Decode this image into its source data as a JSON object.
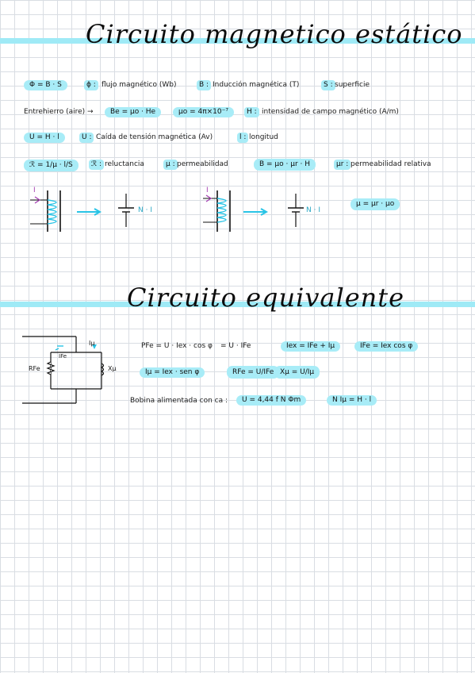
{
  "section1": {
    "title": "Circuito magnetico estático",
    "row1": {
      "flux_eq": "Φ = B · S",
      "flux_sym": "ϕ :",
      "flux_def": "flujo magnético (Wb)",
      "b_sym": "B :",
      "b_def": "Inducción magnética (T)",
      "s_sym": "S :",
      "s_def": "superficie"
    },
    "row2": {
      "prefix": "Entrehierro (aire) →",
      "be_eq": "Be = μo · He",
      "mu0_eq": "μo = 4π×10⁻⁷",
      "h_sym": "H :",
      "h_def": "intensidad de campo magnético (A/m)"
    },
    "row3": {
      "u_eq": "U = H · l",
      "u_sym": "U :",
      "u_def": "Caída de tensión magnética (Av)",
      "l_sym": "l :",
      "l_def": "longitud"
    },
    "row4": {
      "r_eq": "ℛ = 1/μ · l/S",
      "r_sym": "ℛ :",
      "r_def": "reluctancia",
      "mu_sym": "μ :",
      "mu_def": "permeabilidad",
      "b_eq": "B = μo · μr · H",
      "mur_sym": "μr :",
      "mur_def": "permeabilidad relativa"
    },
    "diagram": {
      "current_label": "I",
      "source_label": "N · I",
      "mu_eq": "μ = μr · μo"
    }
  },
  "section2": {
    "title": "Circuito equivalente",
    "circuit": {
      "i_mu": "Iμ",
      "i_fe": "IFe",
      "r_fe": "RFe",
      "x_mu": "Xμ"
    },
    "eq1": {
      "pfe_text": "PFe = U · Iex · cos φ",
      "pfe_tail": "= U · IFe",
      "iex": "Iex = IFe + Iμ",
      "ife": "IFe = Iex cos φ"
    },
    "eq2": {
      "imu": "Iμ = Iex · sen φ",
      "rfe": "RFe = U/IFe",
      "xmu": "Xμ = U/Iμ"
    },
    "eq3": {
      "bobina": "Bobina alimentada con ca :",
      "u_eq": "U = 4,44 f N Φm",
      "ni_eq": "N Iμ = H · l"
    }
  },
  "colors": {
    "highlight": "#a8ecf7",
    "band": "#9feaf6",
    "arrow": "#29c4e6",
    "current": "#a43bb1",
    "grid": "#d9dde3"
  }
}
